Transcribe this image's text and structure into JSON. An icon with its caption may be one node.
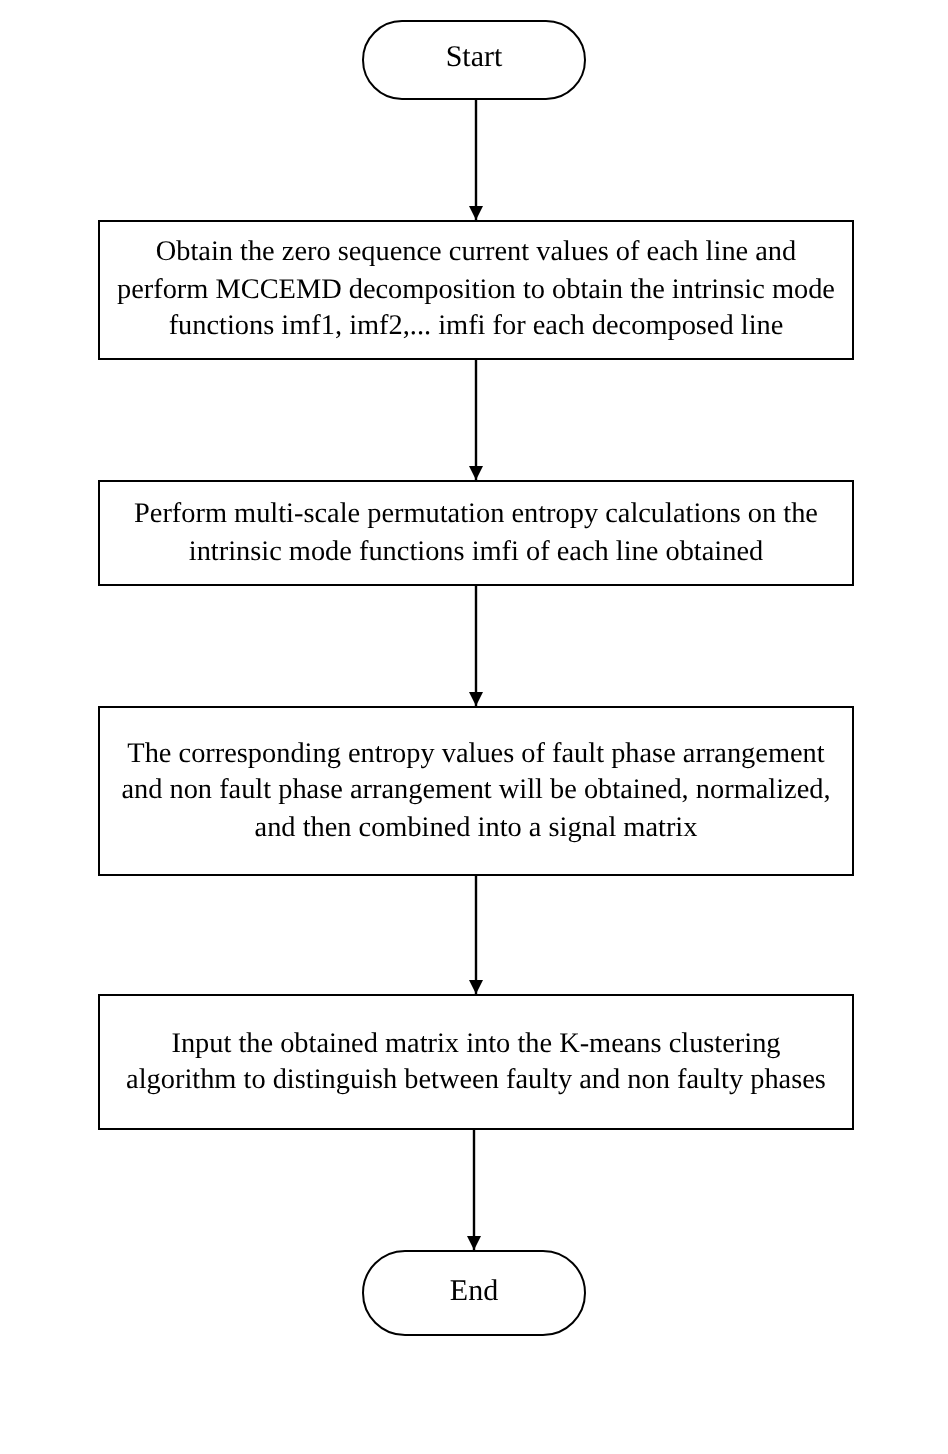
{
  "diagram": {
    "nodes": [
      {
        "text": [
          "Start"
        ]
      },
      {
        "text": [
          "Obtain the zero sequence current values of each line and perform MCCEMD decomposition to obtain the intrinsic mode functions imf1, imf2,... imfi for each decomposed line"
        ]
      },
      {
        "text": [
          "Perform multi-scale permutation entropy calculations on the intrinsic mode functions imfi of each line obtained"
        ]
      },
      {
        "text": [
          "The corresponding entropy values of fault phase arrangement and non fault phase arrangement will be obtained, normalized, and then combined into a signal matrix"
        ]
      },
      {
        "text": [
          "Input the obtained matrix into the K-means clustering algorithm to distinguish between faulty and non faulty phases"
        ]
      },
      {
        "text": [
          "End"
        ]
      }
    ],
    "edges": [
      {
        "from": 0,
        "to": 1,
        "arrow": "to"
      },
      {
        "from": 1,
        "to": 2,
        "arrow": "to"
      },
      {
        "from": 2,
        "to": 3,
        "arrow": "to"
      },
      {
        "from": 3,
        "to": 4,
        "arrow": "to"
      },
      {
        "from": 4,
        "to": 5,
        "arrow": "to"
      }
    ]
  }
}
